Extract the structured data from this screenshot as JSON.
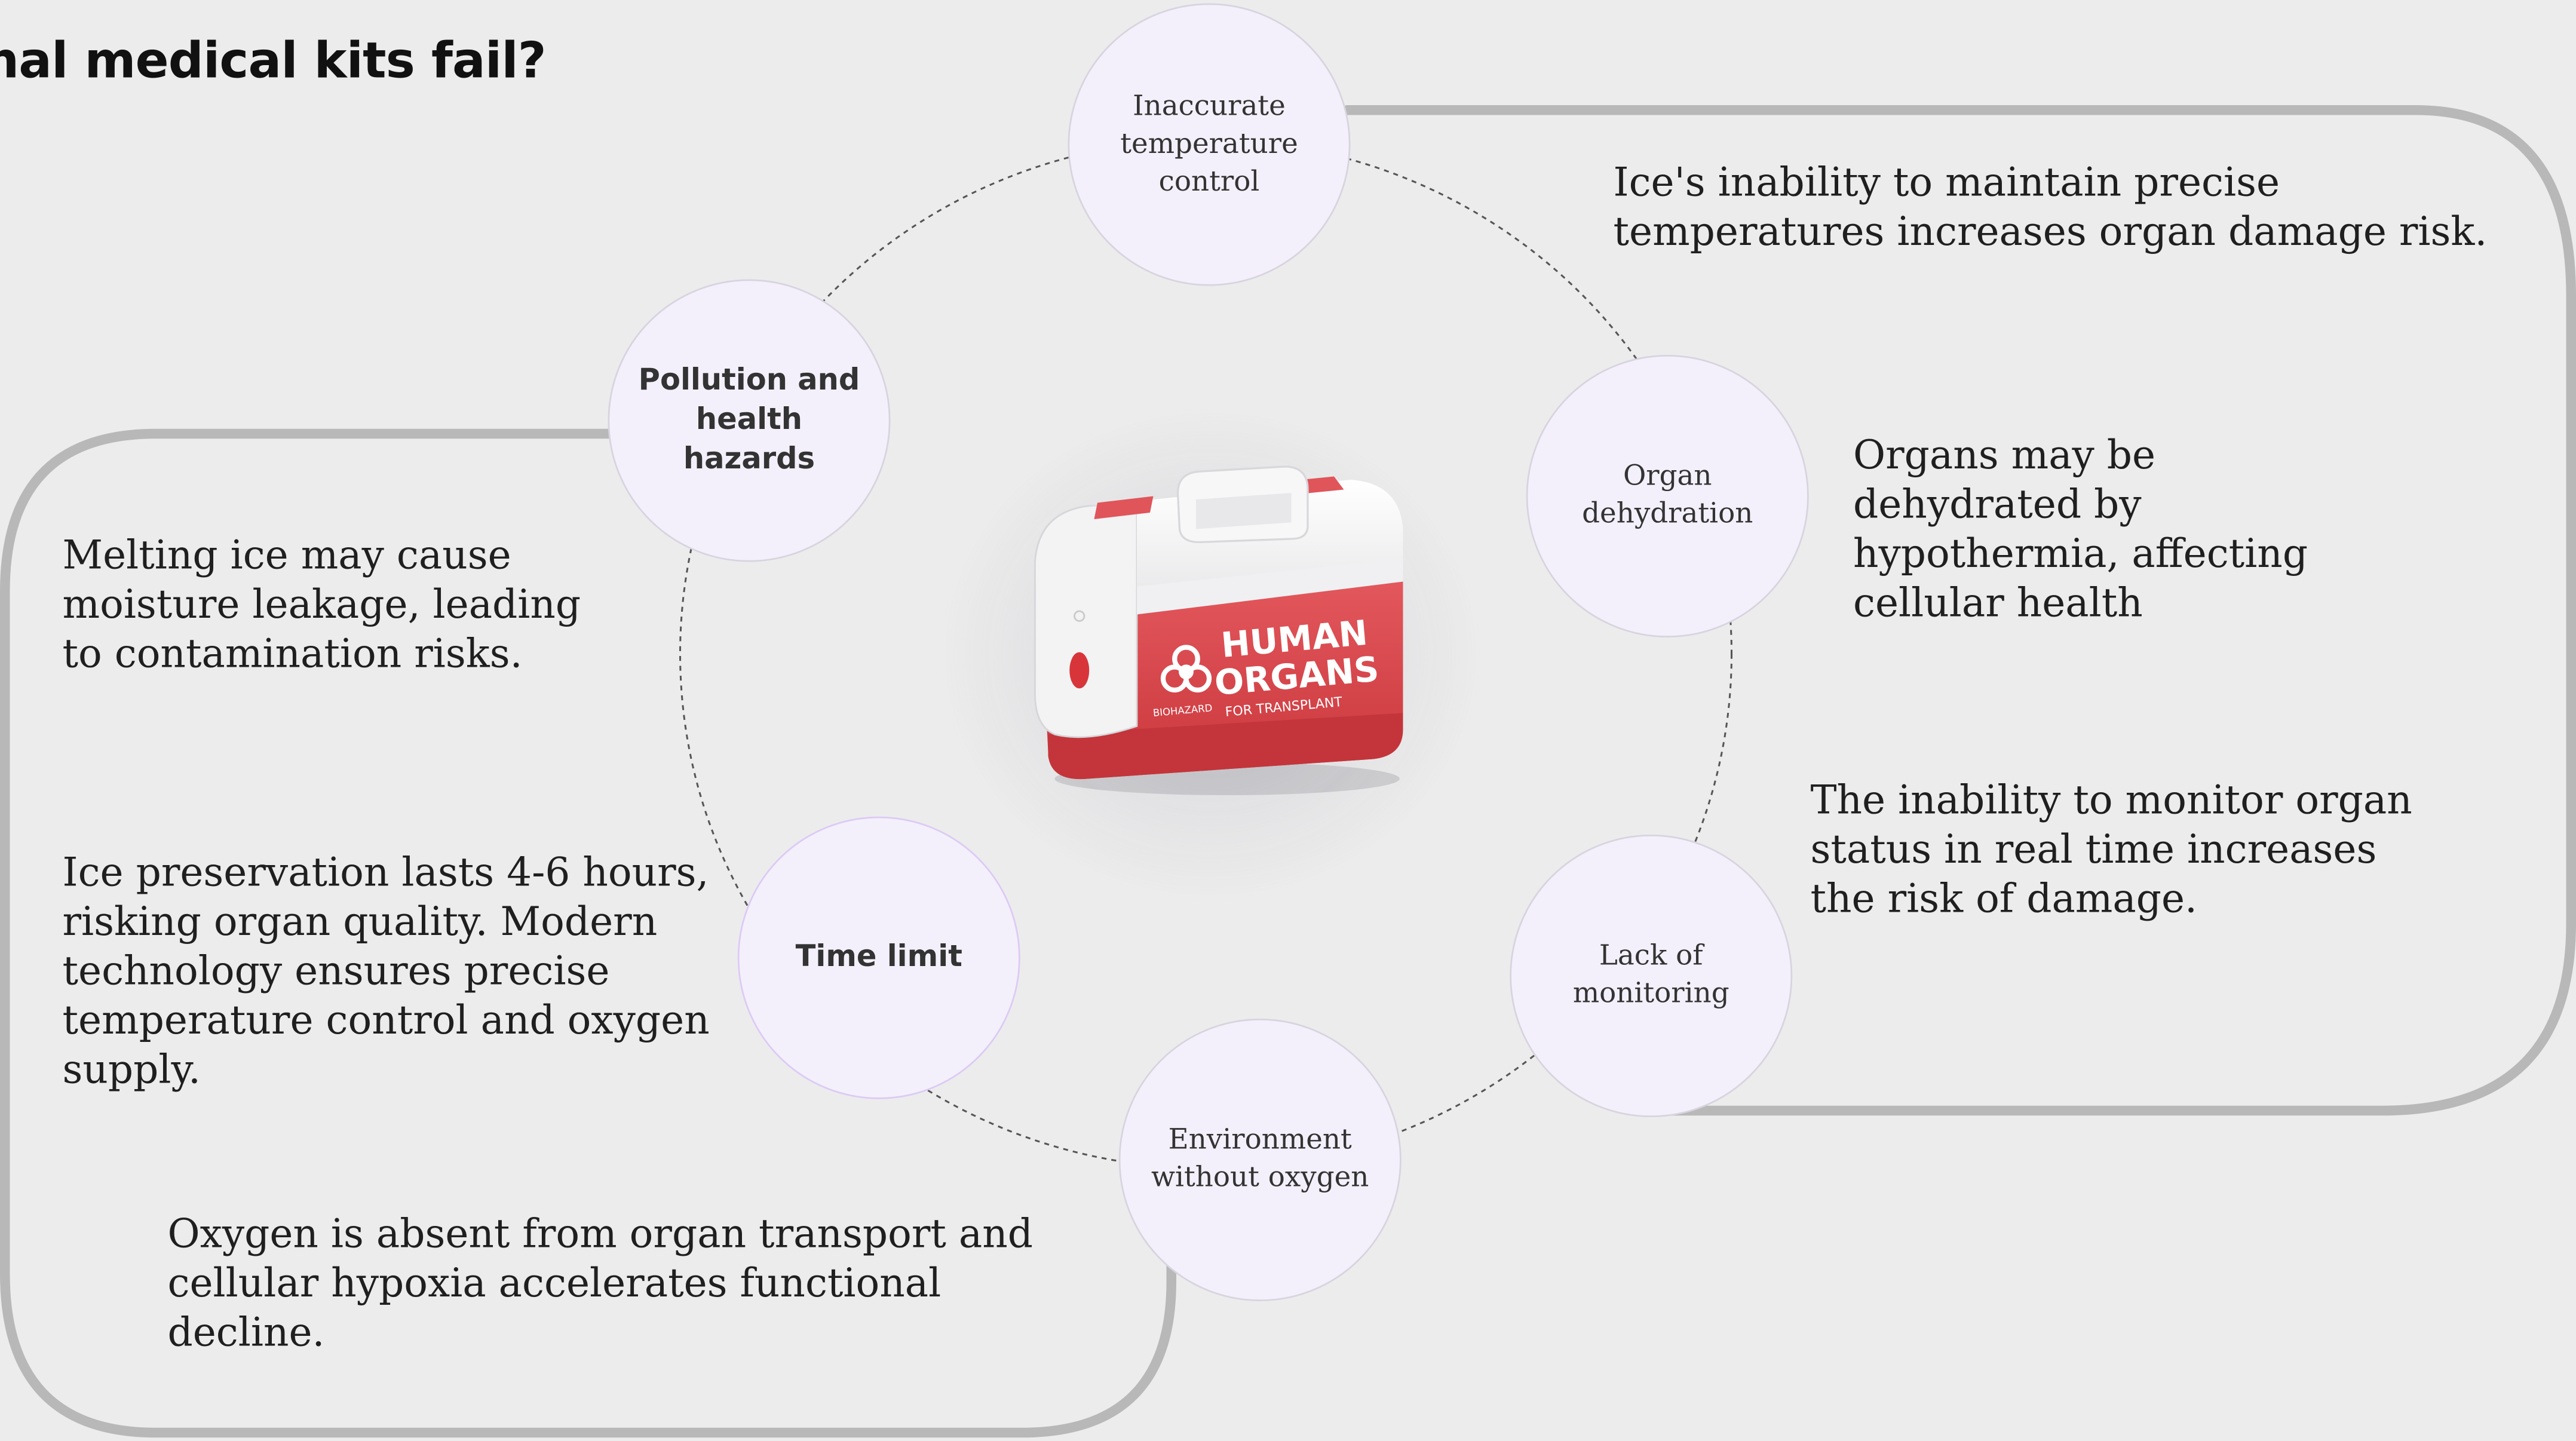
{
  "title": "onal medical kits fail?",
  "nodes": [
    {
      "label": "Inaccurate temperature control"
    },
    {
      "label": "Organ dehydration"
    },
    {
      "label": "Lack of monitoring"
    },
    {
      "label": "Environment without oxygen"
    },
    {
      "label": "Time limit"
    },
    {
      "label": "Pollution and health hazards"
    }
  ],
  "descriptions": [
    "Ice's inability to maintain precise temperatures increases organ damage risk.",
    "Organs may be dehydrated by hypothermia, affecting cellular health",
    "The inability to monitor organ status in real time increases the risk of damage.",
    "Oxygen is absent from organ transport and cellular hypoxia accelerates functional decline.",
    "Ice preservation lasts 4-6 hours, risking organ quality. Modern technology ensures precise temperature control and oxygen supply.",
    "Melting ice may cause moisture leakage, leading to contamination risks."
  ],
  "kit": {
    "line1": "HUMAN",
    "line2": "ORGANS",
    "subtitle": "FOR TRANSPLANT",
    "biohazard": "BIOHAZARD"
  },
  "colors": {
    "background": "#ececec",
    "node_fill": "#f4f0fb",
    "bracket": "#b8b8b8",
    "kit_red": "#e0555a"
  }
}
